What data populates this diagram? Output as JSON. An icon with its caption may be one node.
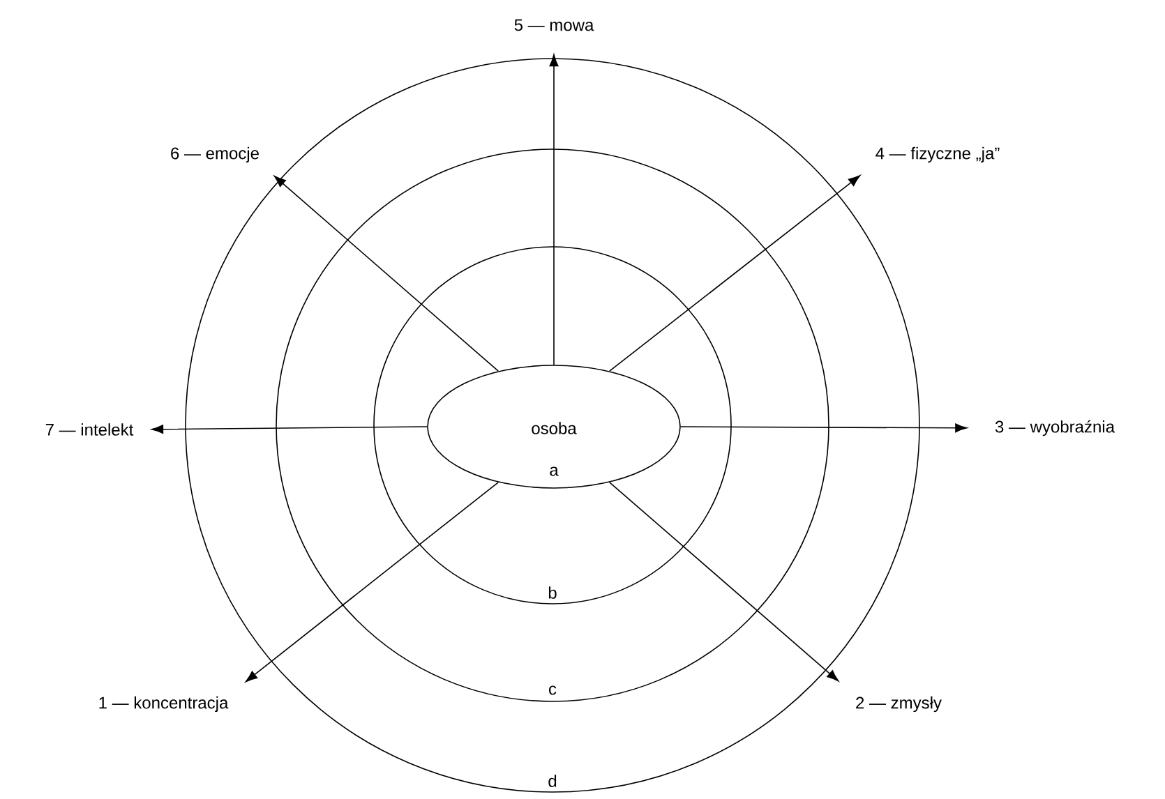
{
  "diagram": {
    "nodes": [
      {
        "text": [
          "d"
        ]
      },
      {
        "text": [
          "c"
        ],
        "in": 0
      },
      {
        "text": [
          "b"
        ],
        "in": 1
      },
      {
        "text": [
          "osoba",
          "a"
        ],
        "in": 2
      },
      {
        "text": [
          "5 — mowa"
        ]
      },
      {
        "text": [
          "6 — emocje"
        ]
      },
      {
        "text": [
          "4 — fizyczne „ja”"
        ]
      },
      {
        "text": [
          "7 — intelekt"
        ]
      },
      {
        "text": [
          "3 — wyobraźnia"
        ]
      },
      {
        "text": [
          "1 — koncentracja"
        ]
      },
      {
        "text": [
          "2 — zmysły"
        ]
      }
    ],
    "edges": [
      {
        "from": 3,
        "to": 4,
        "arrow": "to"
      },
      {
        "from": 3,
        "to": 5,
        "arrow": "to"
      },
      {
        "from": 3,
        "to": 6,
        "arrow": "to"
      },
      {
        "from": 3,
        "to": 7,
        "arrow": "to"
      },
      {
        "from": 3,
        "to": 8,
        "arrow": "to"
      },
      {
        "from": 3,
        "to": 9,
        "arrow": "to"
      },
      {
        "from": 3,
        "to": 10,
        "arrow": "to"
      }
    ]
  }
}
